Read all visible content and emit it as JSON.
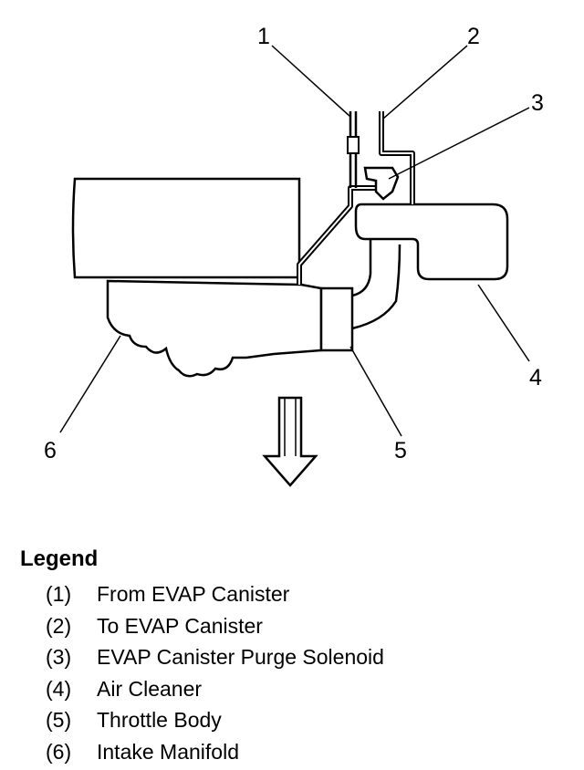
{
  "callouts": {
    "c1": "1",
    "c2": "2",
    "c3": "3",
    "c4": "4",
    "c5": "5",
    "c6": "6"
  },
  "legend": {
    "title": "Legend",
    "items": [
      {
        "num": "(1)",
        "label": "From EVAP Canister"
      },
      {
        "num": "(2)",
        "label": "To EVAP Canister"
      },
      {
        "num": "(3)",
        "label": "EVAP Canister Purge Solenoid"
      },
      {
        "num": "(4)",
        "label": "Air Cleaner"
      },
      {
        "num": "(5)",
        "label": "Throttle Body"
      },
      {
        "num": "(6)",
        "label": "Intake Manifold"
      }
    ]
  },
  "colors": {
    "line": "#000000",
    "background": "#ffffff"
  }
}
